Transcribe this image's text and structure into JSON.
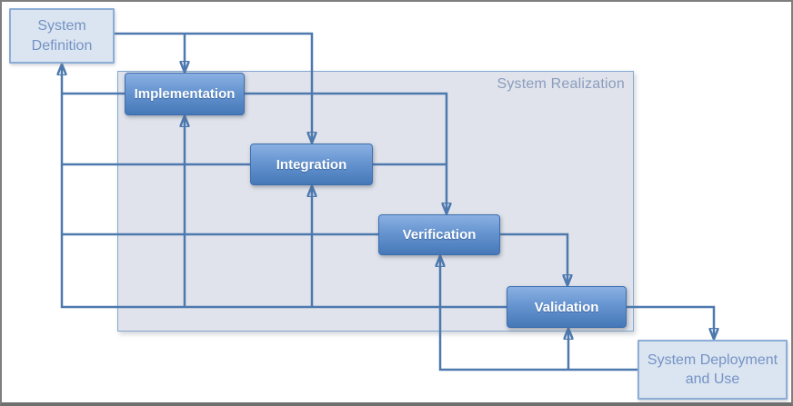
{
  "diagram": {
    "container_label": "System Realization",
    "nodes": {
      "system_definition": {
        "label": "System Definition"
      },
      "implementation": {
        "label": "Implementation"
      },
      "integration": {
        "label": "Integration"
      },
      "verification": {
        "label": "Verification"
      },
      "validation": {
        "label": "Validation"
      },
      "system_deployment": {
        "label": "System Deployment and Use"
      }
    },
    "colors": {
      "connector_color": "#4d79ae",
      "process_top": "#8ab0e2",
      "process_mid": "#6493cf",
      "process_bottom": "#4678b8",
      "process_border": "#3c6eae",
      "process_text": "#ffffff",
      "light_fill": "#dbe4f1",
      "light_border": "#8badd6",
      "light_text": "#7494c4",
      "container_fill": "#e0e3eb",
      "container_border": "#84a7d0",
      "container_label_color": "#8a9cbd",
      "frame_border": "#7e7e7e"
    }
  }
}
